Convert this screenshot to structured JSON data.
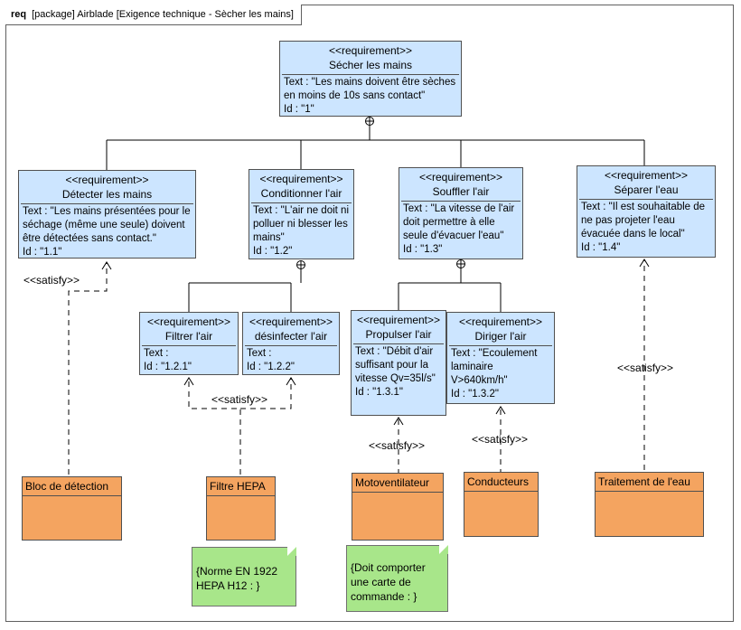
{
  "frame": {
    "keyword": "req",
    "title": "[package] Airblade [Exigence technique - Sècher les mains]"
  },
  "requirements": {
    "r1": {
      "stereo": "<<requirement>>",
      "name": "Sécher les mains",
      "text": "Text : \"Les mains doivent être sèches en moins de 10s sans contact\"",
      "id": "Id :  \"1\""
    },
    "r11": {
      "stereo": "<<requirement>>",
      "name": "Détecter les mains",
      "text": "Text : \"Les mains présentées pour le séchage (même une seule) doivent être détectées sans contact.\"",
      "id": "Id :  \"1.1\""
    },
    "r12": {
      "stereo": "<<requirement>>",
      "name": "Conditionner l'air",
      "text": "Text : \"L'air ne doit ni polluer ni blesser les mains\"",
      "id": "Id :  \"1.2\""
    },
    "r13": {
      "stereo": "<<requirement>>",
      "name": "Souffler l'air",
      "text": "Text : \"La vitesse de l'air doit permettre à elle seule d'évacuer l'eau\"",
      "id": "Id :  \"1.3\""
    },
    "r14": {
      "stereo": "<<requirement>>",
      "name": "Séparer l'eau",
      "text": "Text : \"Il est souhaitable de ne pas projeter l'eau évacuée dans le local\"",
      "id": "Id :  \"1.4\""
    },
    "r121": {
      "stereo": "<<requirement>>",
      "name": "Filtrer l'air",
      "text": "Text :",
      "id": "Id :  \"1.2.1\""
    },
    "r122": {
      "stereo": "<<requirement>>",
      "name": "désinfecter l'air",
      "text": "Text :",
      "id": "Id :  \"1.2.2\""
    },
    "r131": {
      "stereo": "<<requirement>>",
      "name": "Propulser l'air",
      "text": "Text : \"Débit d'air suffisant pour la vitesse Qv=35l/s\"",
      "id": "Id :  \"1.3.1\""
    },
    "r132": {
      "stereo": "<<requirement>>",
      "name": "Diriger l'air",
      "text": "Text : \"Ecoulement laminaire V>640km/h\"",
      "id": "Id :  \"1.3.2\""
    }
  },
  "blocks": {
    "detection": "Bloc de détection",
    "hepa": "Filtre HEPA",
    "moto": "Motoventilateur",
    "cond": "Conducteurs",
    "eau": "Traitement de l'eau"
  },
  "notes": {
    "hepa": "{Norme EN 1922 HEPA H12 : }",
    "moto": "{Doit comporter une carte de commande : }"
  },
  "relation_label": "<<satisfy>>",
  "colors": {
    "requirement": "#cce5ff",
    "block": "#f4a460",
    "note": "#a8e68a",
    "line": "#000000"
  }
}
